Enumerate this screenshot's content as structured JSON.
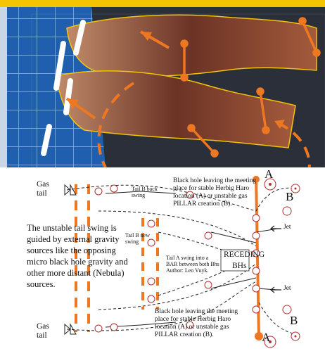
{
  "colors": {
    "accent": "#ee7722",
    "frame": "#f4c400",
    "grid_bg": "#1f5fae",
    "nebula": "#7a3a2e",
    "line": "#222222"
  },
  "labels": {
    "gas_tail_top": "Gas\ntail",
    "gas_tail_bottom": "Gas\ntail",
    "tail_b_back": "Tail B back\nswing",
    "tail_b_new": "Tail B new\nswing",
    "tail_a": "Tail A swing into a\nBAR between both Bhs\nAuthor: Leo Vuyk.",
    "bh_top": "Black hole leaving the meeting\nplace for stable Herbig Haro\nlocation (A) or unstable gas\nPILLAR creation (B).",
    "bh_bottom": "Black hole leaving the meeting\nplace for stable Herbig Haro\nlocation (A) or unstable gas\nPILLAR creation (B).",
    "left_text": "The unstable tail swing is guided by external gravity sources like the opposing micro black hole gravity and other more distant (Nebula) sources.",
    "receding": "RECEDING",
    "bhs": "BHs",
    "jet_top": "Jet",
    "jet_bottom": "Jet",
    "a_top": "A",
    "b_top": "B",
    "a_bottom": "A",
    "b_bottom": "B"
  }
}
